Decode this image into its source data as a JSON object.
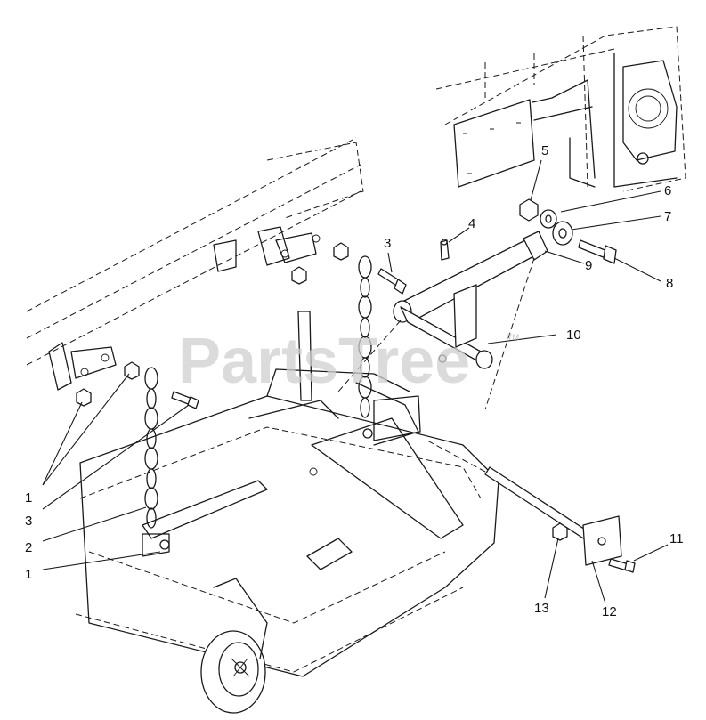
{
  "watermark": {
    "text": "PartsTree",
    "trademark": "TM"
  },
  "callouts": [
    {
      "id": "c5",
      "label": "5"
    },
    {
      "id": "c6",
      "label": "6"
    },
    {
      "id": "c4",
      "label": "4"
    },
    {
      "id": "c7",
      "label": "7"
    },
    {
      "id": "c3a",
      "label": "3"
    },
    {
      "id": "c9",
      "label": "9"
    },
    {
      "id": "c8",
      "label": "8"
    },
    {
      "id": "c10",
      "label": "10"
    },
    {
      "id": "c1a",
      "label": "1"
    },
    {
      "id": "c3b",
      "label": "3"
    },
    {
      "id": "c2",
      "label": "2"
    },
    {
      "id": "c1b",
      "label": "1"
    },
    {
      "id": "c11",
      "label": "11"
    },
    {
      "id": "c13",
      "label": "13"
    },
    {
      "id": "c12",
      "label": "12"
    }
  ],
  "colors": {
    "line": "#1a1a1a",
    "watermark": "#cfcfcf",
    "background": "#ffffff"
  }
}
